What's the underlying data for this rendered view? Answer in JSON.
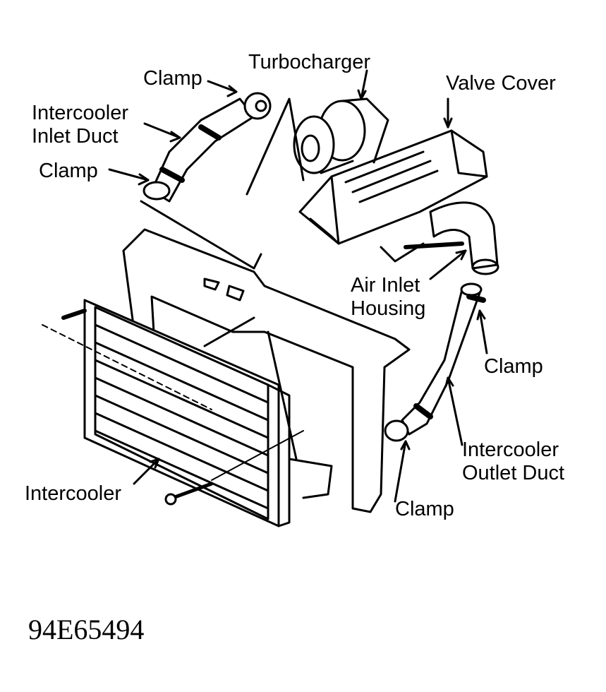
{
  "labels": {
    "turbocharger": "Turbocharger",
    "clamp_top": "Clamp",
    "valve_cover": "Valve Cover",
    "intercooler_inlet_duct_line1": "Intercooler",
    "intercooler_inlet_duct_line2": "Inlet Duct",
    "clamp_left": "Clamp",
    "air_inlet_housing_line1": "Air Inlet",
    "air_inlet_housing_line2": "Housing",
    "clamp_right": "Clamp",
    "intercooler_outlet_duct_line1": "Intercooler",
    "intercooler_outlet_duct_line2": "Outlet Duct",
    "intercooler": "Intercooler",
    "clamp_bottom": "Clamp"
  },
  "figure_id": "94E65494",
  "colors": {
    "ink": "#000000",
    "paper": "#ffffff"
  }
}
